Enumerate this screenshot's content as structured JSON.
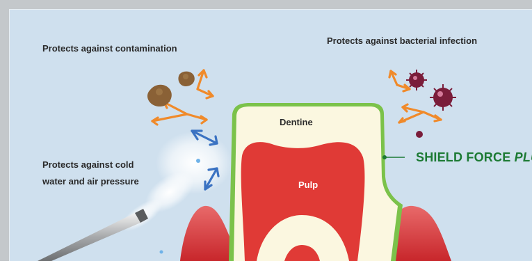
{
  "labels": {
    "contamination": "Protects against contamination",
    "bacterial": "Protects against bacterial infection",
    "cold_line1": "Protects against cold",
    "cold_line2": "water and air pressure",
    "dentine": "Dentine",
    "pulp": "Pulp"
  },
  "brand": {
    "name": "SHIELD FORCE",
    "suffix": "PLUS"
  },
  "colors": {
    "background": "#cfe0ee",
    "frame": "#c4c8cb",
    "gum": "#d63a3a",
    "pulp": "#e03a36",
    "dentine": "#fbf7e0",
    "shield": "#7bc24a",
    "brand_text": "#1c7a33",
    "arrow_orange": "#f08a2a",
    "arrow_blue": "#3a72c2",
    "bacteria": "#7a1d3a",
    "debris": "#8a6136"
  },
  "icons": [
    "debris-icon",
    "bacteria-icon",
    "arrow-icon",
    "water-spray-icon",
    "nozzle-icon"
  ]
}
